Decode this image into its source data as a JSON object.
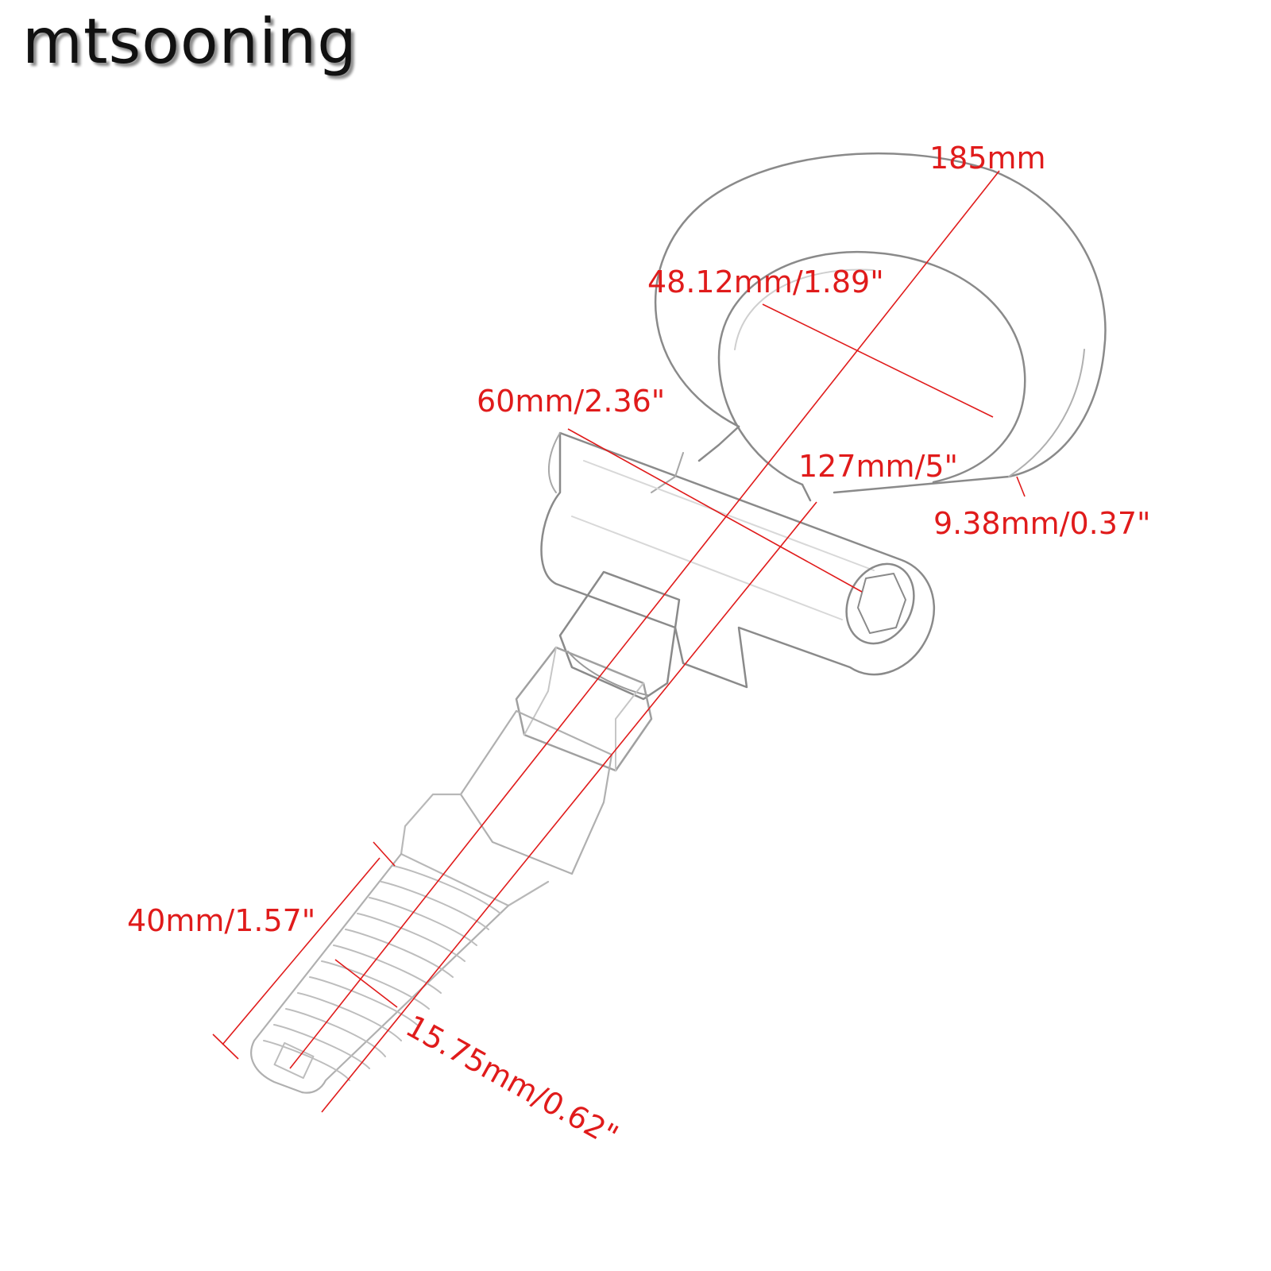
{
  "brand": {
    "text": "mtsooning"
  },
  "colors": {
    "dimension": "#e01b1b",
    "outline": "#8a8a8a",
    "outline_light": "#c4c4c4"
  },
  "dimensions": {
    "overall_length": "185mm",
    "ring_inner": "48.12mm/1.89\"",
    "body_width": "60mm/2.36\"",
    "center_length": "127mm/5\"",
    "ring_thickness": "9.38mm/0.37\"",
    "thread_length": "40mm/1.57\"",
    "thread_diameter": "15.75mm/0.62\""
  }
}
